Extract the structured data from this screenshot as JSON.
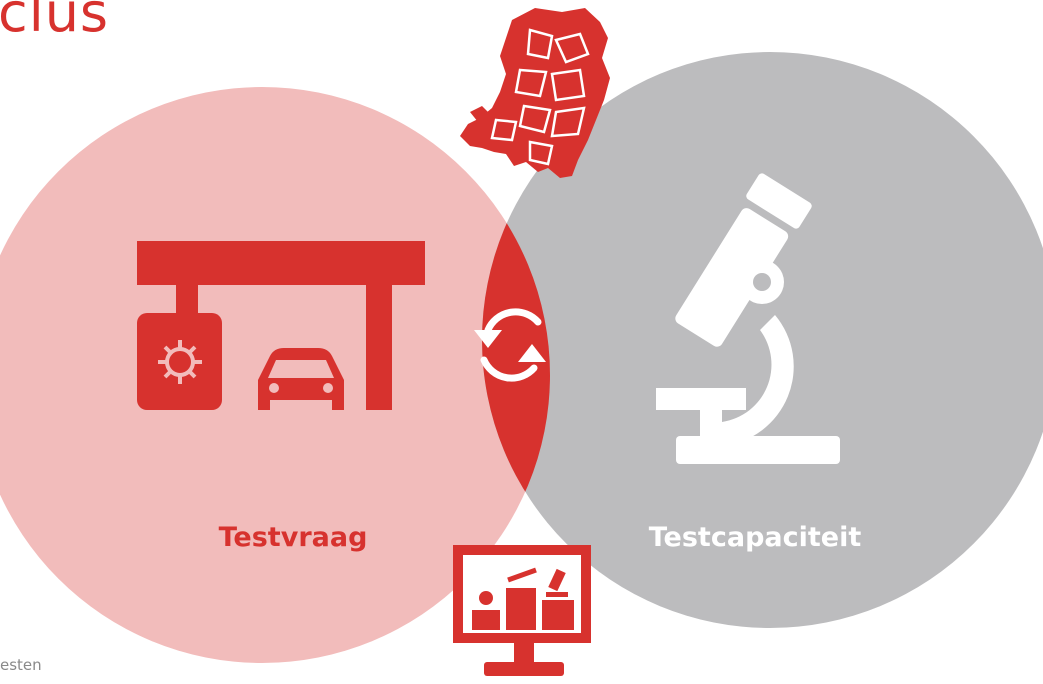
{
  "header": {
    "title": "clus"
  },
  "footer": {
    "text": "esten"
  },
  "colors": {
    "red": "#d7322e",
    "pink_circle": "#f2bcbb",
    "gray_circle": "#bcbcbe",
    "white": "#ffffff"
  },
  "diagram": {
    "type": "venn",
    "left_circle": {
      "label": "Testvraag",
      "icon": "drive-through-test-station-icon"
    },
    "right_circle": {
      "label": "Testcapaciteit",
      "icon": "microscope-icon"
    },
    "overlap": {
      "icon": "refresh-cycle-icon"
    },
    "top_icon": "netherlands-map-icon",
    "bottom_icon": "dashboard-monitor-icon"
  }
}
